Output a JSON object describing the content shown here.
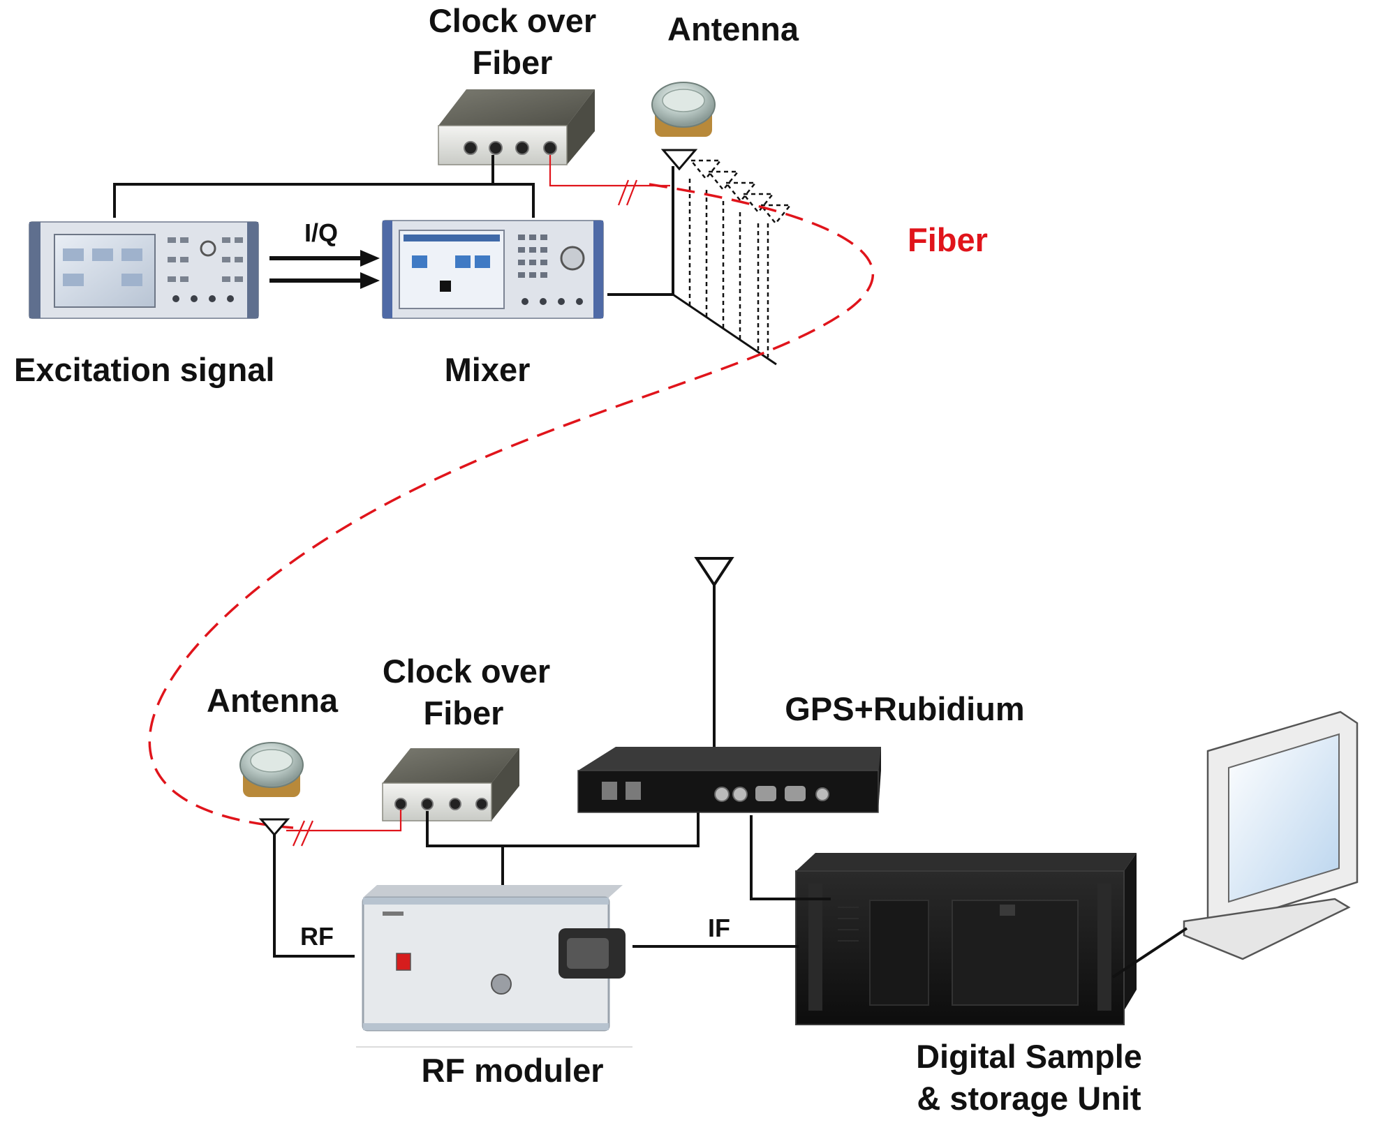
{
  "labels": {
    "clock_over_fiber_top_line1": "Clock over",
    "clock_over_fiber_top_line2": "Fiber",
    "antenna_top": "Antenna",
    "iq": "I/Q",
    "fiber": "Fiber",
    "excitation_signal": "Excitation signal",
    "mixer": "Mixer",
    "clock_over_fiber_bottom_line1": "Clock over",
    "clock_over_fiber_bottom_line2": "Fiber",
    "antenna_bottom": "Antenna",
    "gps_rubidium": "GPS+Rubidium",
    "rf": "RF",
    "if": "IF",
    "rf_moduler": "RF moduler",
    "digital_sample_line1": "Digital Sample",
    "digital_sample_line2": "& storage Unit"
  },
  "colors": {
    "fiber": "#e0141b",
    "wire": "#111111",
    "text": "#111111"
  }
}
